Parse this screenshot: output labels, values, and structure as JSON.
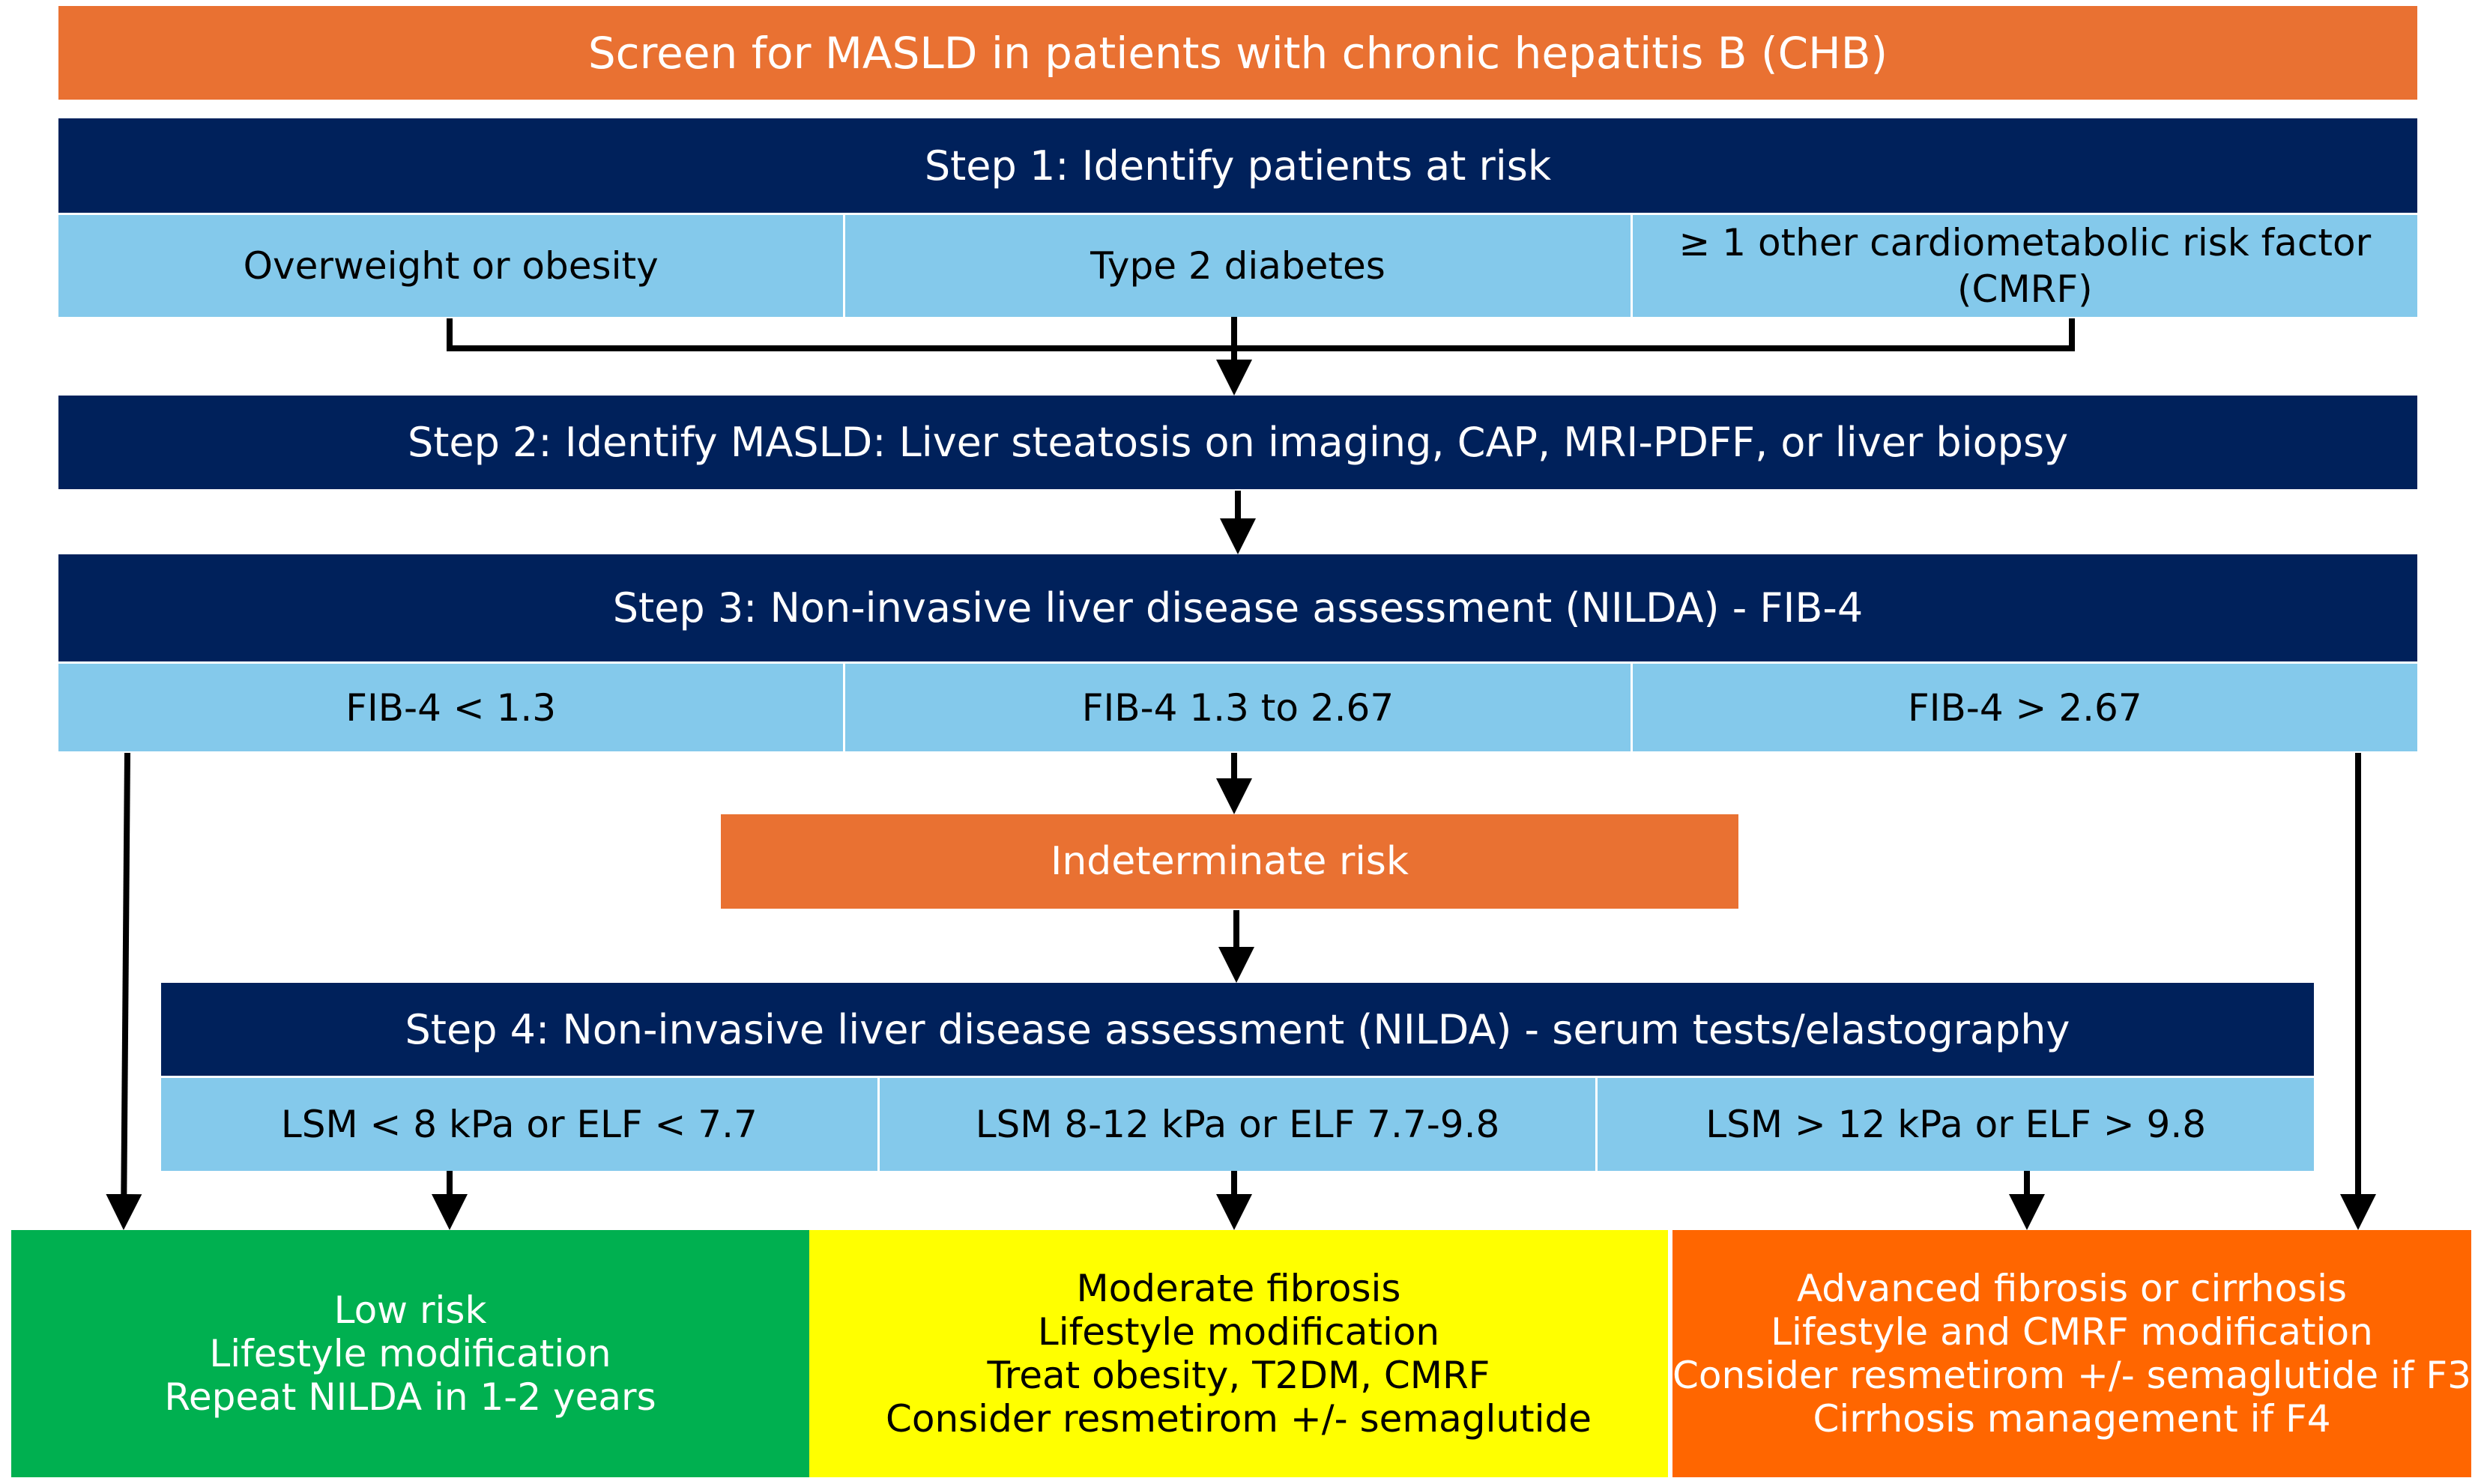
{
  "title": "Screen for MASLD in patients with chronic hepatitis B (CHB)",
  "step1": {
    "heading": "Step 1: Identify patients at risk",
    "criteria": [
      "Overweight or obesity",
      "Type 2 diabetes",
      "≥ 1 other cardiometabolic risk factor",
      "(CMRF)"
    ]
  },
  "step2": {
    "heading": "Step 2: Identify MASLD: Liver steatosis on imaging, CAP, MRI-PDFF, or liver biopsy"
  },
  "step3": {
    "heading": "Step 3: Non-invasive liver disease assessment (NILDA) - FIB-4",
    "categories": [
      "FIB-4 < 1.3",
      "FIB-4 1.3 to 2.67",
      "FIB-4 > 2.67"
    ]
  },
  "indeterminate": "Indeterminate risk",
  "step4": {
    "heading": "Step 4: Non-invasive liver disease assessment (NILDA) - serum tests/elastography",
    "categories": [
      "LSM < 8 kPa or ELF < 7.7",
      "LSM 8-12 kPa or ELF 7.7-9.8",
      "LSM > 12 kPa or ELF > 9.8"
    ]
  },
  "outcomes": {
    "low": [
      "Low risk",
      "Lifestyle modification",
      "Repeat NILDA in 1-2 years"
    ],
    "moderate": [
      "Moderate fibrosis",
      "Lifestyle modification",
      "Treat obesity, T2DM, CMRF",
      "Consider resmetirom +/- semaglutide"
    ],
    "advanced": [
      "Advanced fibrosis or cirrhosis",
      "Lifestyle and CMRF modification",
      "Consider resmetirom +/- semaglutide if F3",
      "Cirrhosis management if F4"
    ]
  },
  "colors": {
    "orange": "#E97132",
    "navy": "#00215B",
    "light_blue": "#84C9EB",
    "green": "#00B050",
    "yellow": "#FFFF00",
    "red_orange": "#FF6600"
  }
}
